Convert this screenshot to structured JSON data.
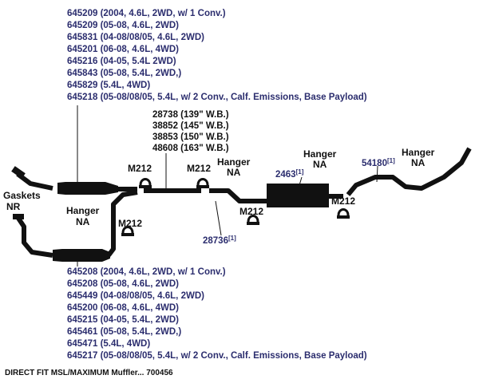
{
  "top_parts": [
    "645209 (2004, 4.6L, 2WD, w/ 1 Conv.)",
    "645209 (05-08, 4.6L, 2WD)",
    "645831 (04-08/08/05, 4.6L, 2WD)",
    "645201 (06-08, 4.6L, 4WD)",
    "645216 (04-05, 5.4L 2WD)",
    "645843 (05-08, 5.4L, 2WD,)",
    "645829 (5.4L, 4WD)",
    "645218 (05-08/08/05, 5.4L, w/ 2 Conv., Calf. Emissions, Base Payload)"
  ],
  "bottom_parts": [
    "645208 (2004, 4.6L, 2WD, w/ 1 Conv.)",
    "645208 (05-08, 4.6L, 2WD)",
    "645449 (04-08/08/05, 4.6L, 2WD)",
    "645200 (06-08, 4.6L, 4WD)",
    "645215 (04-05, 5.4L, 2WD)",
    "645461 (05-08, 5.4L, 2WD,)",
    "645471 (5.4L, 4WD)",
    "645217 (05-08/08/05, 5.4L, w/ 2 Conv., Calf. Emissions, Base Payload)"
  ],
  "pipe_parts": [
    "28738 (139\" W.B.)",
    "38852 (145\" W.B.)",
    "38853 (150\" W.B.)",
    "48608 (163\" W.B.)"
  ],
  "labels": {
    "gaskets": "Gaskets",
    "nr": "NR",
    "hanger": "Hanger",
    "na": "NA",
    "m212": "M212",
    "muffler_part": "2463",
    "tail_part": "54180",
    "resonator_part": "28736",
    "note_ref": "[1]"
  },
  "footer": "DIRECT FIT MSL/MAXIMUM Muffler... 700456",
  "colors": {
    "part_text": "#2b2d6e",
    "label_text": "#111111",
    "pipe": "#111111"
  }
}
